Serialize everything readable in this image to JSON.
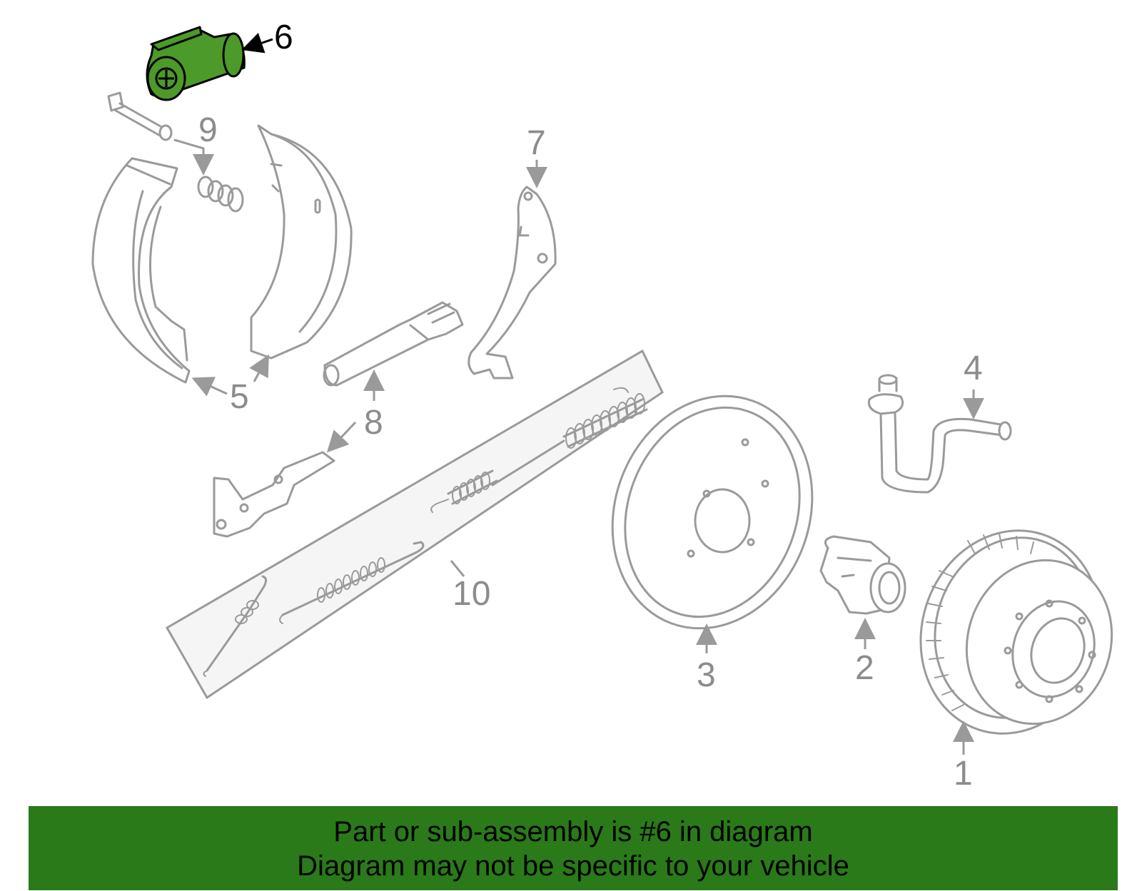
{
  "callouts": {
    "p1": "1",
    "p2": "2",
    "p3": "3",
    "p4": "4",
    "p5": "5",
    "p6": "6",
    "p7": "7",
    "p8": "8",
    "p9": "9",
    "p10": "10"
  },
  "banner": {
    "line1": "Part or sub-assembly is #6 in diagram",
    "line2": "Diagram may not be specific to your vehicle"
  },
  "colors": {
    "highlight_part": "#4c9a2a",
    "banner_background": "#2a7a1a",
    "line_art": "#9a9a9a"
  }
}
